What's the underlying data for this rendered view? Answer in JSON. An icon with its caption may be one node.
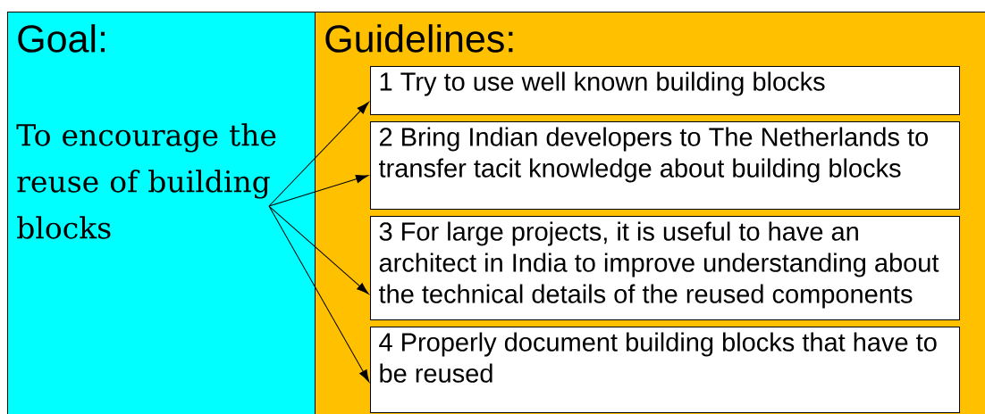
{
  "diagram": {
    "nodes": [
      {
        "text": [
          "Goal:",
          "To encourage the reuse of building blocks"
        ]
      },
      {
        "text": [
          "Guidelines:"
        ]
      },
      {
        "text": [
          "1 Try to use well known building blocks"
        ],
        "in": 1
      },
      {
        "text": [
          "2 Bring Indian developers to The Netherlands to transfer tacit knowledge about building blocks"
        ],
        "in": 1
      },
      {
        "text": [
          "3 For large projects, it is useful to have an architect in India to improve understanding about the technical details of the reused components"
        ],
        "in": 1
      },
      {
        "text": [
          "4 Properly document building blocks that have to be reused"
        ],
        "in": 1
      }
    ],
    "edges": [
      {
        "from": 0,
        "to": 2,
        "arrow": "to"
      },
      {
        "from": 0,
        "to": 3,
        "arrow": "to"
      },
      {
        "from": 0,
        "to": 4,
        "arrow": "to"
      },
      {
        "from": 0,
        "to": 5,
        "arrow": "to"
      }
    ]
  }
}
